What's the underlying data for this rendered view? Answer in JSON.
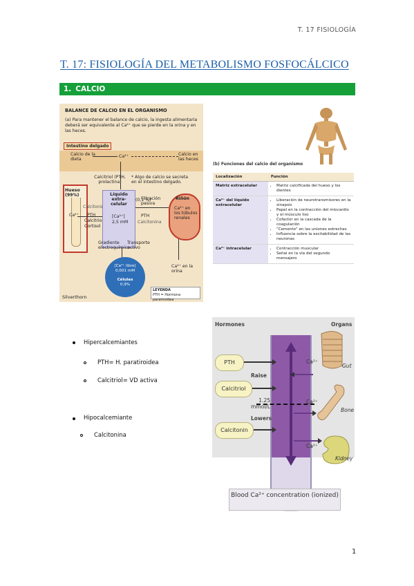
{
  "header": {
    "text": "T. 17 FISIOLOGÍA"
  },
  "title": "T. 17: FISIOLOGÍA DEL METABOLISMO FOSFOCÁLCICO",
  "section": {
    "num": "1.",
    "label": "CALCIO"
  },
  "fig1": {
    "title": "BALANCE DE CALCIO EN EL ORGANISMO",
    "sub": "(a) Para mantener el balance de calcio, la ingesta alimentaria deberá ser equivalente al Ca²⁺ que se pierde en la orina y en las heces.",
    "intestine": "Intestino delgado",
    "calcio_dieta": "Calcio de la dieta",
    "ca": "Ca²⁺",
    "calcio_heces": "Calcio en las heces",
    "calcitriol_pth": "Calcitriol (PTH, prolactina)",
    "secreta": "* Algo de calcio se secreta en el intestino delgado.",
    "hueso": "Hueso (99%)",
    "calcitonina": "Calcitonina",
    "pth": "PTH",
    "calcitriol": "Calcitriol",
    "cortisol": "Cortisol",
    "liquido": "Líquido extra-celular",
    "pct": "(0,1 %)",
    "ca_conc": "[Ca²⁺]",
    "mm": "2,5 mM",
    "filtracion": "Filtración pasiva",
    "rinon": "Riñón",
    "tubulos": "Ca²⁺ en los túbulos renales",
    "gradiente": "Gradiente electroquímico",
    "transporte": "Transporte activo",
    "libre": "[Ca²⁺ libre]",
    "libre_mm": "0,001 mM",
    "celulas": "Células",
    "cel_pct": "0,9%",
    "orina": "Ca²⁺ en la orina",
    "leyenda": "LEYENDA",
    "leyenda_item": "PTH = Hormona paratiroidea",
    "credit": "Silverthorn",
    "b_caption": "(b) Funciones del calcio del organismo",
    "col_loc": "Localización",
    "col_fn": "Función",
    "rows": [
      {
        "loc": "Matriz extracelular",
        "fns": [
          "Matriz calcificada del hueso y los dientes"
        ]
      },
      {
        "loc": "Ca²⁺ del líquido extracelular",
        "fns": [
          "Liberación de neurotransmisores en la sinapsis",
          "Papel en la contracción del miocardio y el músculo liso",
          "Cofactor en la cascada de la coagulación",
          "\"Cemento\" en las uniones estrechas",
          "Influencia sobre la excitabilidad de las neuronas"
        ]
      },
      {
        "loc": "Ca²⁺ intracelular",
        "fns": [
          "Contracción muscular",
          "Señal en la vía del segundo mensajero"
        ]
      }
    ]
  },
  "bullets": {
    "hiper": "Hipercalcemiantes",
    "hiper_items": [
      "PTH= H. paratiroidea",
      "Calcitriol= VD activa"
    ],
    "hipo": "Hipocalcemiante",
    "hipo_items": [
      "Calcitonina"
    ]
  },
  "fig2": {
    "hormones": "Hormones",
    "organs": "Organs",
    "pth": "PTH",
    "raise": "Raise",
    "calcitriol": "Calcitriol",
    "level": "1.25 mmol/L",
    "lowers": "Lowers",
    "calcitonin": "Calcitonin",
    "ca": "Ca²⁺",
    "gut": "Gut",
    "bone": "Bone",
    "kidney": "Kidney",
    "caption": "Blood Ca²⁺ concentration (ionized)"
  },
  "page_number": "1"
}
